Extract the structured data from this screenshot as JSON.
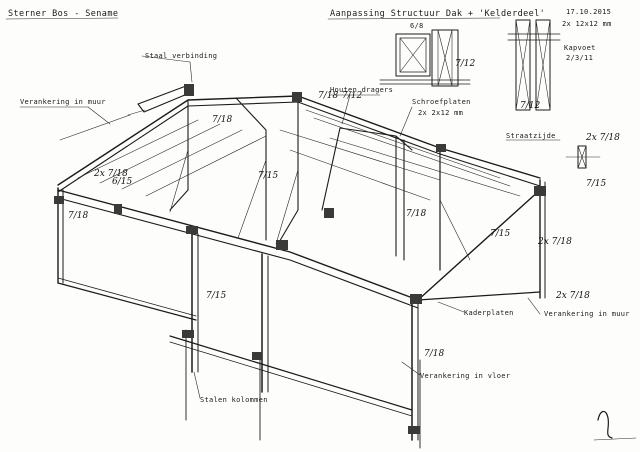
{
  "header": {
    "project": "Sterner Bos - Sename",
    "title": "Aanpassing Structuur Dak + 'Kelderdeel'",
    "date": "17.10.2015"
  },
  "labels": {
    "staal_verbinding": "Staal verbinding",
    "verankering_in_muur_left": "Verankering in muur",
    "verankering_in_muur_right": "Verankering in muur",
    "verankering_in_vloer": "Verankering in vloer",
    "houten_dragers": "Houten dragers",
    "schroefplaten": "Schroefplaten",
    "schroefplaten_dim": "2x 2x12 mm",
    "stalen_kolommen": "Stalen kolommen",
    "straatzijde": "Straatzijde",
    "kaderplaten": "Kaderplaten",
    "strip_dim": "2x 12x12 mm",
    "kapvoet": "Kapvoet",
    "kapvoet_dim": "2/3/11"
  },
  "dimensions": [
    "7/12",
    "7/12",
    "7/18",
    "6/8",
    "7/18",
    "6/15",
    "2x 7/18",
    "7/18",
    "7/15",
    "7/15",
    "7/18",
    "2x 7/18",
    "2x 7/18",
    "7/15",
    "7/15",
    "7/18",
    "7/12",
    "2x 7/18"
  ],
  "signature": "FR"
}
